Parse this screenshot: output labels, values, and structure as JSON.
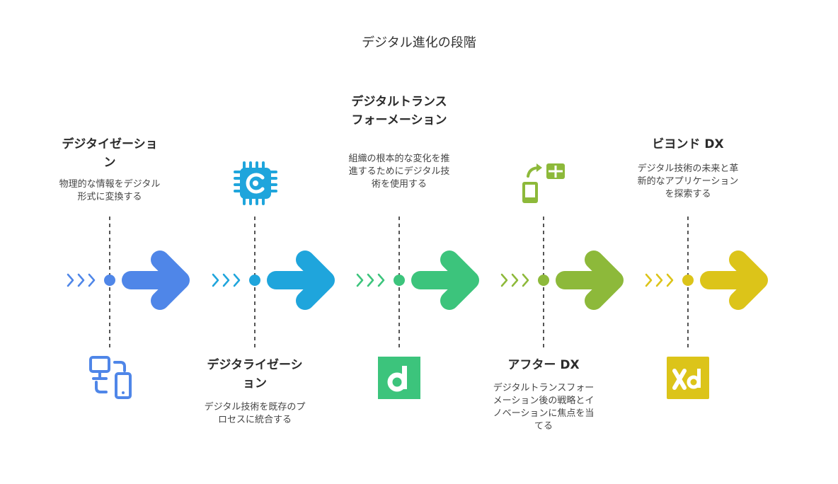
{
  "title": "デジタル進化の段階",
  "stages": [
    {
      "title": "デジタイゼーション",
      "description": "物理的な情報をデジタル形式に変換する",
      "color": "#4f86e8",
      "icon": "devices-icon",
      "text_position": "top"
    },
    {
      "title": "デジタライゼーション",
      "description": "デジタル技術を既存のプロセスに統合する",
      "color": "#1fa5dc",
      "icon": "chip-icon",
      "text_position": "bottom"
    },
    {
      "title": "デジタルトランスフォーメーション",
      "description": "組織の根本的な変化を推進するためにデジタル技術を使用する",
      "color": "#3cc47c",
      "icon": "dribbble-d-icon",
      "text_position": "top"
    },
    {
      "title": "アフター DX",
      "description": "デジタルトランスフォーメーション後の戦略とイノベーションに焦点を当てる",
      "color": "#8db93a",
      "icon": "phone-transfer-icon",
      "text_position": "bottom"
    },
    {
      "title": "ビヨンド DX",
      "description": "デジタル技術の未来と革新的なアプリケーションを探索する",
      "color": "#dcc419",
      "icon": "xd-icon",
      "text_position": "top"
    }
  ]
}
